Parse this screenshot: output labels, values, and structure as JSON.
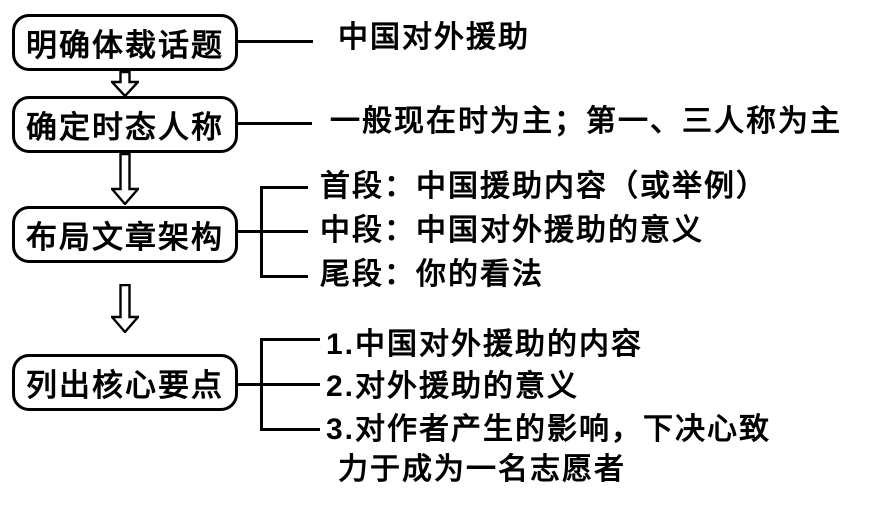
{
  "diagram": {
    "title_hint": "writing-outline-flowchart",
    "background_color": "#ffffff",
    "line_color": "#000000",
    "arrow_style": "hollow-down-arrow",
    "steps": [
      {
        "box_label": "明确体裁话题",
        "details": [
          {
            "text": "中国对外援助"
          }
        ]
      },
      {
        "box_label": "确定时态人称",
        "details": [
          {
            "text": "一般现在时为主；第一、三人称为主"
          }
        ]
      },
      {
        "box_label": "布局文章架构",
        "details": [
          {
            "text": "首段：中国援助内容（或举例）"
          },
          {
            "text": "中段：中国对外援助的意义"
          },
          {
            "text": "尾段：你的看法"
          }
        ]
      },
      {
        "box_label": "列出核心要点",
        "details": [
          {
            "text": "1.中国对外援助的内容"
          },
          {
            "text": "2.对外援助的意义"
          },
          {
            "text": "3.对作者产生的影响，下决心致"
          },
          {
            "text": "力于成为一名志愿者"
          }
        ]
      }
    ]
  }
}
